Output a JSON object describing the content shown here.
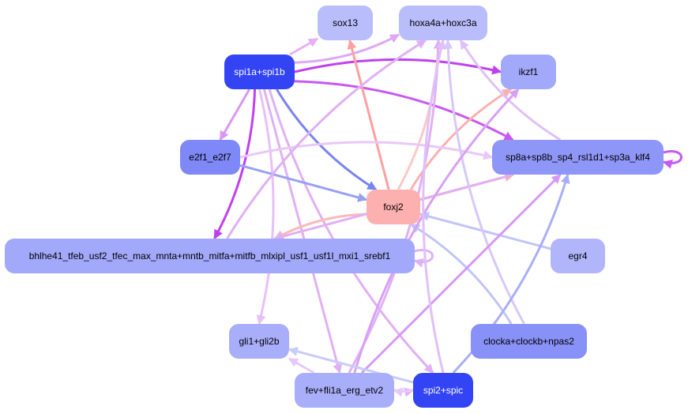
{
  "graph": {
    "nodes": [
      {
        "id": "sox13",
        "label": "sox13",
        "color": "#b9bdfb"
      },
      {
        "id": "hoxa4a",
        "label": "hoxa4a+hoxc3a",
        "color": "#b9bdfb"
      },
      {
        "id": "spi1a",
        "label": "spi1a+spi1b",
        "color": "#3344f5",
        "dark": true
      },
      {
        "id": "ikzf1",
        "label": "ikzf1",
        "color": "#a2a9fb"
      },
      {
        "id": "e2f1",
        "label": "e2f1_e2f7",
        "color": "#7e88f6"
      },
      {
        "id": "sp8a",
        "label": "sp8a+sp8b_sp4_rsl1d1+sp3a_klf4",
        "color": "#8e96f7"
      },
      {
        "id": "foxj2",
        "label": "foxj2",
        "color": "#fdb0b0"
      },
      {
        "id": "bhlhe41",
        "label": "bhlhe41_tfeb_usf2_tfec_max_mnta+mntb_mitfa+mitfb_mlxipl_usf1_usf1l_mxi1_srebf1",
        "color": "#a2a9fb"
      },
      {
        "id": "egr4",
        "label": "egr4",
        "color": "#b1b6fb"
      },
      {
        "id": "gli1",
        "label": "gli1+gli2b",
        "color": "#a9aefb"
      },
      {
        "id": "clocka",
        "label": "clocka+clockb+npas2",
        "color": "#8891f7"
      },
      {
        "id": "fev",
        "label": "fev+fli1a_erg_etv2",
        "color": "#a9aefb"
      },
      {
        "id": "spi2",
        "label": "spi2+spic",
        "color": "#3344f5",
        "dark": true
      }
    ],
    "edges": [
      {
        "from": "spi1a",
        "to": "ikzf1",
        "color": "#c040f0"
      },
      {
        "from": "spi1a",
        "to": "sox13",
        "color": "#e8b0f4"
      },
      {
        "from": "spi1a",
        "to": "hoxa4a",
        "color": "#e0a8f4"
      },
      {
        "from": "spi1a",
        "to": "sp8a",
        "color": "#c858f0"
      },
      {
        "from": "spi1a",
        "to": "e2f1",
        "color": "#d898f4"
      },
      {
        "from": "spi1a",
        "to": "foxj2",
        "color": "#7884f0"
      },
      {
        "from": "spi1a",
        "to": "bhlhe41",
        "color": "#c040f0"
      },
      {
        "from": "spi1a",
        "to": "fev",
        "color": "#e0b0f4"
      },
      {
        "from": "spi1a",
        "to": "spi2",
        "color": "#e0b0f4"
      },
      {
        "from": "spi1a",
        "to": "gli1",
        "color": "#e8c0f8"
      },
      {
        "from": "foxj2",
        "to": "sox13",
        "color": "#fca0a0"
      },
      {
        "from": "foxj2",
        "to": "hoxa4a",
        "color": "#fcc8c8"
      },
      {
        "from": "foxj2",
        "to": "ikzf1",
        "color": "#fcb0b0"
      },
      {
        "from": "foxj2",
        "to": "sp8a",
        "color": "#fca8a8"
      },
      {
        "from": "foxj2",
        "to": "bhlhe41",
        "color": "#fcb8b8"
      },
      {
        "from": "e2f1",
        "to": "sp8a",
        "color": "#e8c8fa"
      },
      {
        "from": "e2f1",
        "to": "foxj2",
        "color": "#98a0f4"
      },
      {
        "from": "sp8a",
        "to": "sp8a",
        "color": "#c858f0"
      },
      {
        "from": "sp8a",
        "to": "hoxa4a",
        "color": "#e0c0f8"
      },
      {
        "from": "sp8a",
        "to": "bhlhe41",
        "color": "#e0b0f4"
      },
      {
        "from": "bhlhe41",
        "to": "bhlhe41",
        "color": "#e0b0f4"
      },
      {
        "from": "bhlhe41",
        "to": "hoxa4a",
        "color": "#e0b0f4"
      },
      {
        "from": "egr4",
        "to": "foxj2",
        "color": "#c0c4fa"
      },
      {
        "from": "clocka",
        "to": "foxj2",
        "color": "#c0c4fa"
      },
      {
        "from": "clocka",
        "to": "hoxa4a",
        "color": "#d8c8fa"
      },
      {
        "from": "fev",
        "to": "gli1",
        "color": "#e8c8fa"
      },
      {
        "from": "fev",
        "to": "hoxa4a",
        "color": "#e0b0f4"
      },
      {
        "from": "fev",
        "to": "ikzf1",
        "color": "#d8a0f4"
      },
      {
        "from": "fev",
        "to": "sp8a",
        "color": "#d898f4"
      },
      {
        "from": "fev",
        "to": "spi2",
        "color": "#e0b0f4"
      },
      {
        "from": "spi2",
        "to": "fev",
        "color": "#e8c8fa"
      },
      {
        "from": "spi2",
        "to": "gli1",
        "color": "#c8ccfa"
      },
      {
        "from": "spi2",
        "to": "sp8a",
        "color": "#a8aef8"
      },
      {
        "from": "spi2",
        "to": "hoxa4a",
        "color": "#e0c0f8"
      }
    ]
  }
}
